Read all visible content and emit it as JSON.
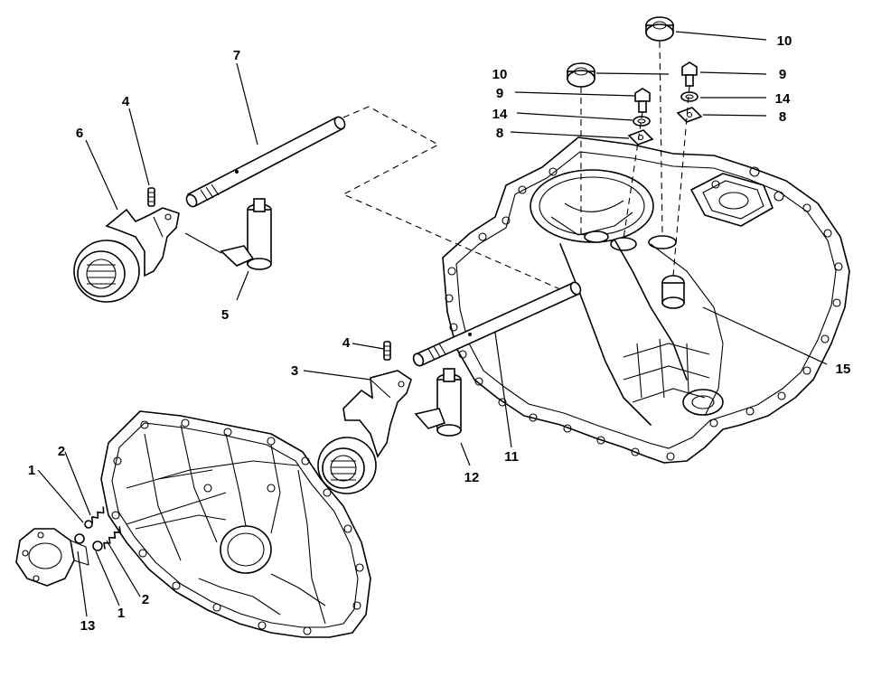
{
  "diagram": {
    "callouts": {
      "c1a": "1",
      "c1b": "1",
      "c2a": "2",
      "c2b": "2",
      "c3": "3",
      "c4a": "4",
      "c4b": "4",
      "c5": "5",
      "c6": "6",
      "c7": "7",
      "c8a": "8",
      "c8b": "8",
      "c9a": "9",
      "c9b": "9",
      "c10a": "10",
      "c10b": "10",
      "c11": "11",
      "c12": "12",
      "c13": "13",
      "c14a": "14",
      "c14b": "14",
      "c15": "15"
    }
  }
}
